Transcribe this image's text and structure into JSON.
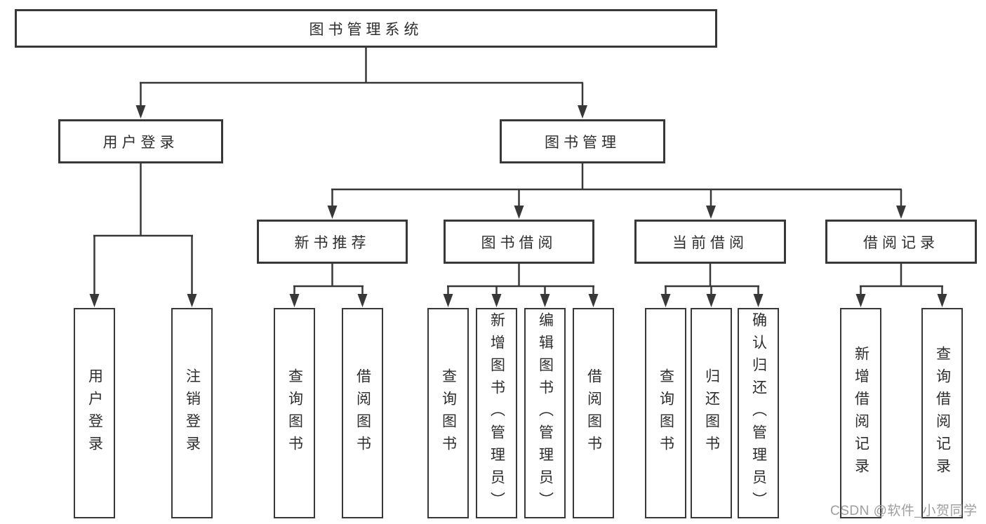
{
  "diagram": {
    "root": {
      "label": "图书管理系统"
    },
    "branches": [
      {
        "label": "用户登录",
        "leaves": [
          "用户登录",
          "注销登录"
        ]
      },
      {
        "label": "图书管理",
        "groups": [
          {
            "label": "新书推荐",
            "leaves": [
              "查询图书",
              "借阅图书"
            ]
          },
          {
            "label": "图书借阅",
            "leaves": [
              "查询图书",
              "新增图书（管理员）",
              "编辑图书（管理员）",
              "借阅图书"
            ]
          },
          {
            "label": "当前借阅",
            "leaves": [
              "查询图书",
              "归还图书",
              "确认归还（管理员）"
            ]
          },
          {
            "label": "借阅记录",
            "leaves": [
              "新增借阅记录",
              "查询借阅记录"
            ]
          }
        ]
      }
    ]
  },
  "watermark": {
    "text": "CSDN @软件_小贺同学"
  },
  "colors": {
    "line": "#383838",
    "box_border": "#383838",
    "text": "#2e2e2e",
    "watermark": "#9e9e9e",
    "background": "#ffffff"
  }
}
